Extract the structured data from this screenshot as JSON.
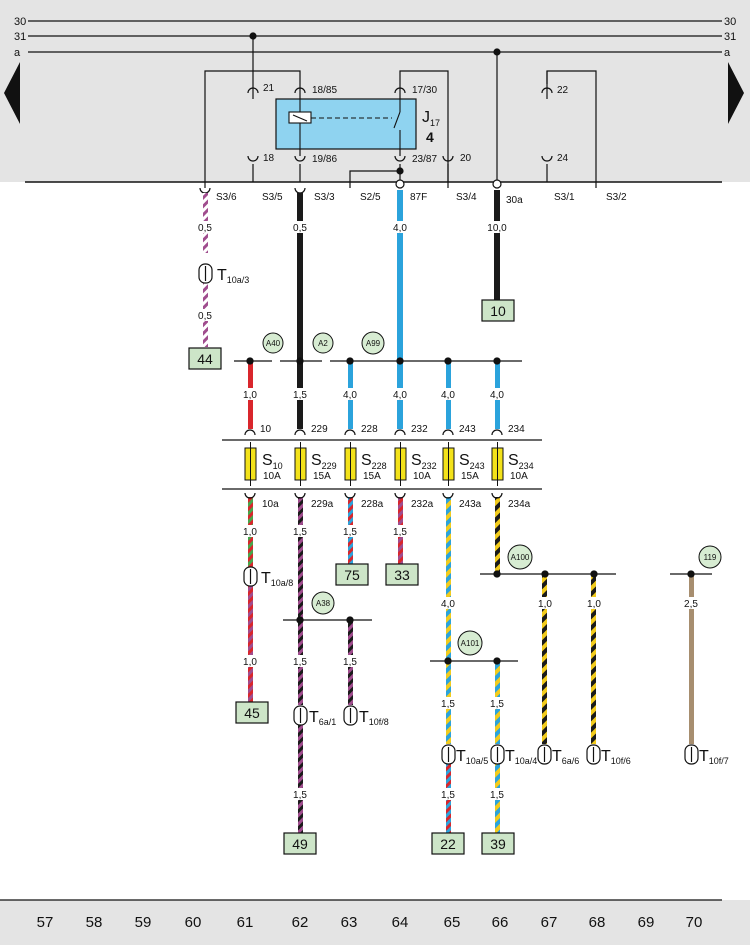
{
  "bus": {
    "lines": [
      {
        "left": "30",
        "right": "30"
      },
      {
        "left": "31",
        "right": "31"
      },
      {
        "left": "a",
        "right": "a"
      }
    ]
  },
  "relay": {
    "name": "J",
    "sub": "17",
    "position": "4",
    "pins_top": [
      "21",
      "18/85",
      "17/30",
      "22"
    ],
    "pins_bottom": [
      "18",
      "19/86",
      "23/87",
      "20",
      "24"
    ]
  },
  "panel_terminals": [
    "S3/6",
    "S3/5",
    "S3/3",
    "S2/5",
    "87F",
    "S3/4",
    "30a",
    "S3/1",
    "S3/2"
  ],
  "connector_boxes": [
    "44",
    "10",
    "45",
    "75",
    "33",
    "49",
    "22",
    "39"
  ],
  "junctions": [
    "A40",
    "A2",
    "A99",
    "A100",
    "A38",
    "A101",
    "119"
  ],
  "wire_sizes": {
    "col60": [
      "0,5",
      "0,5"
    ],
    "col62": [
      "0,5"
    ],
    "col64": [
      "4,0"
    ],
    "col66": [
      "10,0"
    ],
    "row_above_fuses": [
      "1,0",
      "1,5",
      "4,0",
      "4,0",
      "4,0",
      "4,0"
    ],
    "row_below_fuses": [
      "1,0",
      "1,5",
      "1,5",
      "1,5"
    ],
    "col61_lower": [
      "1,0"
    ],
    "col62_lower": [
      "1,5",
      "1,5"
    ],
    "col63_lower": [
      "1,5"
    ],
    "col65_lower": [
      "4,0",
      "1,5",
      "1,5"
    ],
    "col66_lower": [
      "1,5",
      "1,5"
    ],
    "col67": [
      "1,0"
    ],
    "col68": [
      "1,0"
    ],
    "col70": [
      "2,5"
    ]
  },
  "fuses": [
    {
      "name": "S",
      "sub": "10",
      "rating": "10A",
      "in": "10",
      "out": "10a"
    },
    {
      "name": "S",
      "sub": "229",
      "rating": "15A",
      "in": "229",
      "out": "229a"
    },
    {
      "name": "S",
      "sub": "228",
      "rating": "15A",
      "in": "228",
      "out": "228a"
    },
    {
      "name": "S",
      "sub": "232",
      "rating": "10A",
      "in": "232",
      "out": "232a"
    },
    {
      "name": "S",
      "sub": "243",
      "rating": "15A",
      "in": "243",
      "out": "243a"
    },
    {
      "name": "S",
      "sub": "234",
      "rating": "10A",
      "in": "234",
      "out": "234a"
    }
  ],
  "connectors": [
    {
      "name": "T",
      "sub": "10a/3"
    },
    {
      "name": "T",
      "sub": "10a/8"
    },
    {
      "name": "T",
      "sub": "6a/1"
    },
    {
      "name": "T",
      "sub": "10f/8"
    },
    {
      "name": "T",
      "sub": "10a/5"
    },
    {
      "name": "T",
      "sub": "10a/4"
    },
    {
      "name": "T",
      "sub": "6a/6"
    },
    {
      "name": "T",
      "sub": "10f/6"
    },
    {
      "name": "T",
      "sub": "10f/7"
    }
  ],
  "footer_numbers": [
    "57",
    "58",
    "59",
    "60",
    "61",
    "62",
    "63",
    "64",
    "65",
    "66",
    "67",
    "68",
    "69",
    "70"
  ],
  "colors": {
    "panel": "#e4e4e4",
    "relay_fill": "#8fd3f0",
    "junction_fill": "#d7ecd2",
    "box_fill": "#cde5c8",
    "fuse_fill": "#f3e21a",
    "red": "#d9262c",
    "black": "#1a1a1a",
    "blue": "#2ba3dc",
    "purple": "#a04d8e",
    "yellow": "#f2cb1c",
    "green": "#47a64a",
    "brown": "#a78e6f",
    "white": "#ffffff"
  }
}
